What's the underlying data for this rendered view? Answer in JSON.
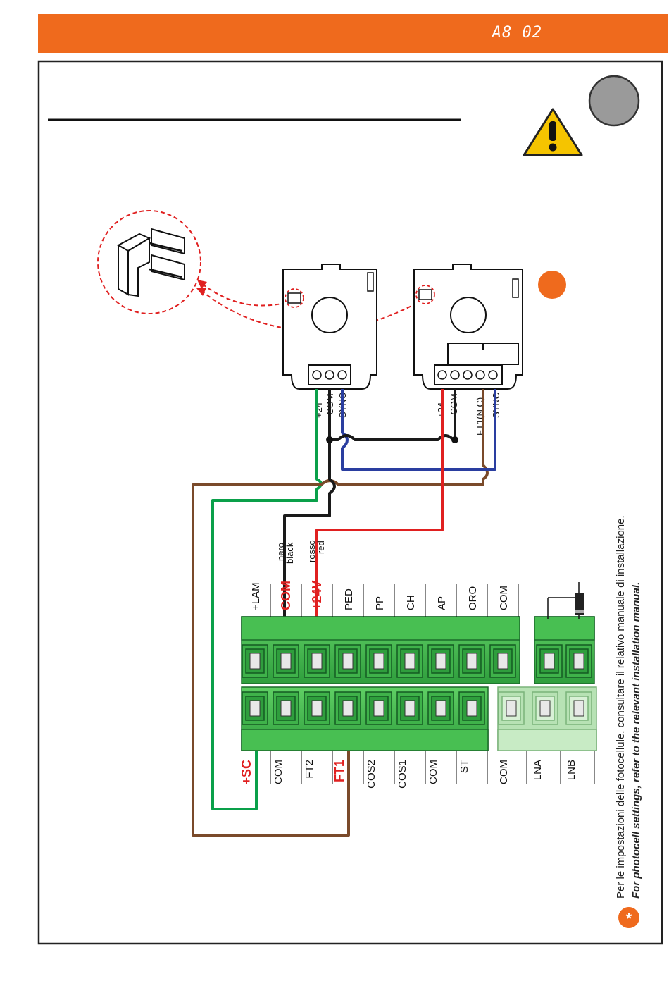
{
  "header": {
    "model_code": "A8 02",
    "accent_color": "#ef6a1d"
  },
  "icons": {
    "warning": "warning-triangle-icon",
    "note": "asterisk-icon",
    "step_badge": "grey-circle-badge",
    "orange_marker": "orange-dot-marker"
  },
  "photocell_tx": {
    "terminals": [
      "+24",
      "-COM",
      "SYNC"
    ]
  },
  "photocell_rx": {
    "terminals": [
      "+24",
      "-COM",
      "FT1(N.C)",
      "SYNC"
    ]
  },
  "wire_labels": {
    "black_it": "nero",
    "black_en": "black",
    "red_it": "rosso",
    "red_en": "red"
  },
  "board": {
    "top_row": [
      "+LAM",
      "COM",
      "+24V",
      "PED",
      "PP",
      "CH",
      "AP",
      "ORO",
      "COM"
    ],
    "bottom_row": [
      "+SC",
      "COM",
      "FT2",
      "FT1",
      "COS2",
      "COS1",
      "COM",
      "ST",
      "COM",
      "LNA",
      "LNB"
    ],
    "highlighted": [
      "COM",
      "+24V",
      "+SC",
      "FT1"
    ]
  },
  "note": {
    "line_it": "Per le impostazioni delle fotocellule, consultare il relativo manuale di installazione.",
    "line_en": "For photocell settings, refer to the relevant installation manual."
  },
  "colors": {
    "green_wire": "#0aa04a",
    "black_wire": "#1a1a1a",
    "blue_wire": "#2a3ea0",
    "red_wire": "#e02020",
    "brown_wire": "#7a4a2a",
    "highlight_text": "#e02020",
    "terminal_green": "#3db54a"
  }
}
